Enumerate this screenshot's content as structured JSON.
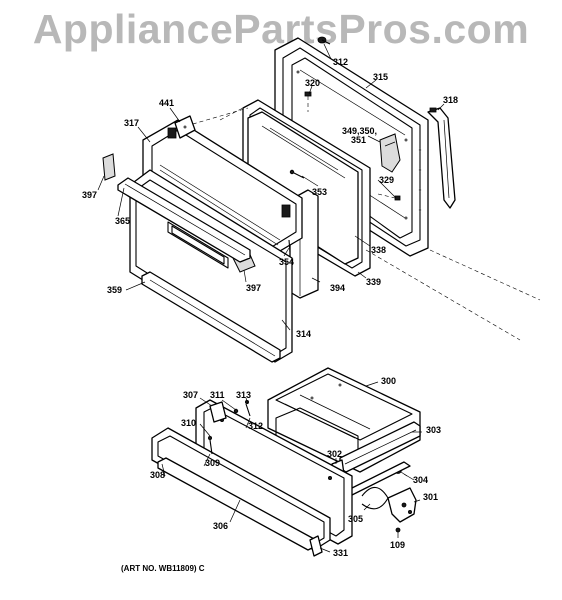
{
  "watermark": "AppliancePartsPros.com",
  "art_number": "(ART NO. WB11809) C",
  "callouts": {
    "c312a": "312",
    "c320": "320",
    "c315": "315",
    "c318": "318",
    "c441": "441",
    "c317": "317",
    "c349": "349,350,",
    "c351": "351",
    "c397a": "397",
    "c353": "353",
    "c329": "329",
    "c365": "365",
    "c354": "354",
    "c338": "338",
    "c397b": "397",
    "c339": "339",
    "c359": "359",
    "c394": "394",
    "c314": "314",
    "c300": "300",
    "c307": "307",
    "c311": "311",
    "c313": "313",
    "c312b": "312",
    "c310": "310",
    "c303": "303",
    "c302": "302",
    "c309": "309",
    "c308": "308",
    "c304": "304",
    "c301": "301",
    "c305": "305",
    "c306": "306",
    "c109": "109",
    "c331": "331"
  }
}
